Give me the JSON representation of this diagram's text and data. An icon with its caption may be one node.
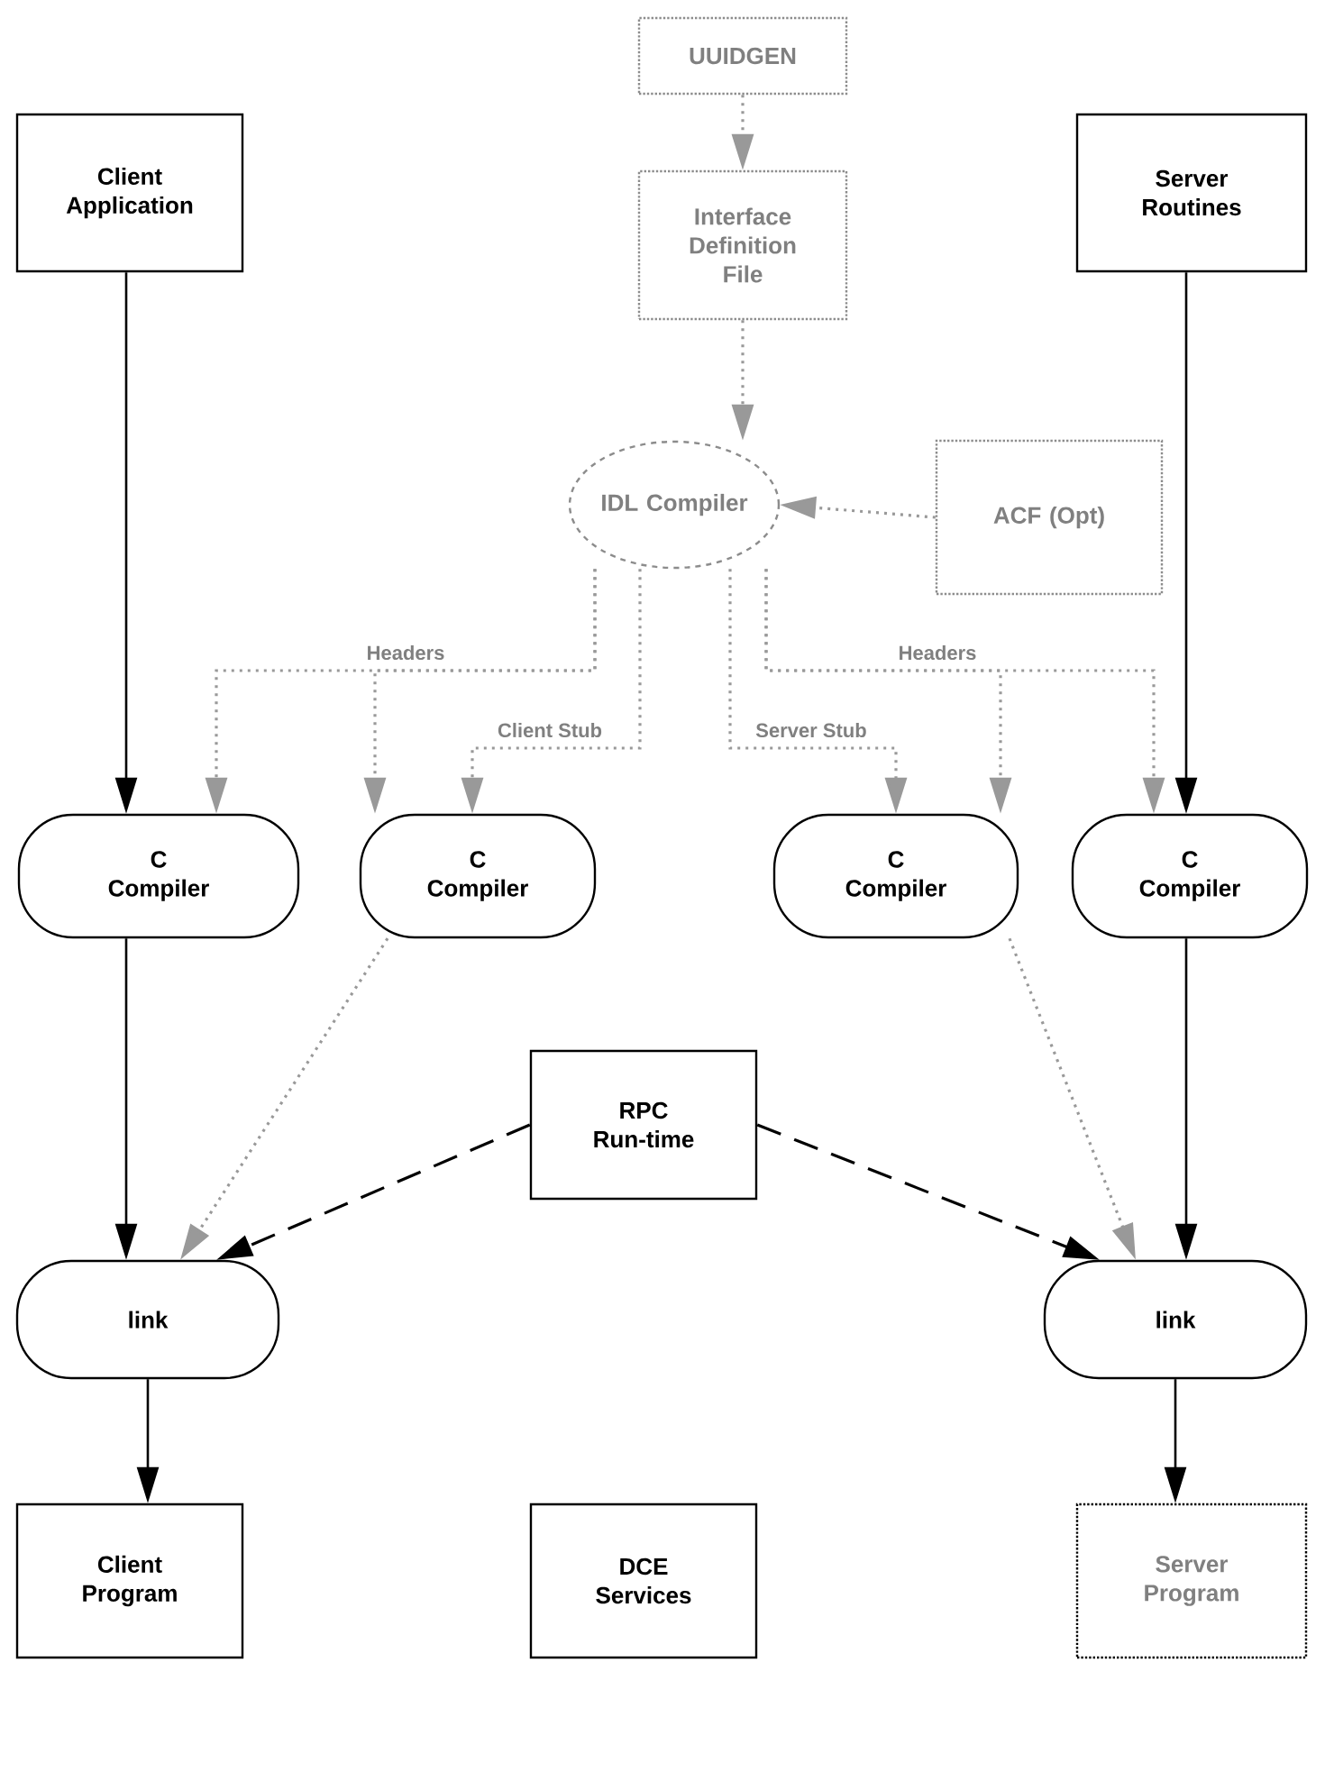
{
  "diagram": {
    "nodes": [
      {
        "text": [
          "UUIDGEN"
        ]
      },
      {
        "text": [
          "Client Application"
        ]
      },
      {
        "text": [
          "Interface Definition File"
        ]
      },
      {
        "text": [
          "Server Routines"
        ]
      },
      {
        "text": [
          "IDL Compiler"
        ]
      },
      {
        "text": [
          "ACF (Opt)"
        ]
      },
      {
        "text": [
          "C Compiler"
        ]
      },
      {
        "text": [
          "C Compiler"
        ]
      },
      {
        "text": [
          "C Compiler"
        ]
      },
      {
        "text": [
          "C Compiler"
        ]
      },
      {
        "text": [
          "RPC Run-time"
        ]
      },
      {
        "text": [
          "link"
        ]
      },
      {
        "text": [
          "link"
        ]
      },
      {
        "text": [
          "Client Program"
        ]
      },
      {
        "text": [
          "DCE Services"
        ]
      },
      {
        "text": [
          "Server Program"
        ]
      }
    ],
    "edges": [
      {
        "from": 0,
        "to": 2,
        "arrow": "to",
        "style": "dashed",
        "color": "#999999"
      },
      {
        "from": 2,
        "to": 4,
        "arrow": "to",
        "style": "dashed",
        "color": "#999999"
      },
      {
        "from": 5,
        "to": 4,
        "arrow": "to",
        "style": "dashed",
        "color": "#999999"
      },
      {
        "from": 1,
        "to": 6,
        "arrow": "to",
        "color": "#000000"
      },
      {
        "from": 4,
        "to": 6,
        "arrow": "to",
        "style": "dashed",
        "color": "#999999",
        "label": "Headers"
      },
      {
        "from": 4,
        "to": 7,
        "arrow": "to",
        "style": "dashed",
        "color": "#999999"
      },
      {
        "from": 4,
        "to": 7,
        "arrow": "to",
        "style": "dashed",
        "color": "#999999",
        "label": "Client Stub"
      },
      {
        "from": 4,
        "to": 8,
        "arrow": "to",
        "style": "dashed",
        "color": "#999999",
        "label": "Server Stub"
      },
      {
        "from": 4,
        "to": 8,
        "arrow": "to",
        "style": "dashed",
        "color": "#999999"
      },
      {
        "from": 4,
        "to": 9,
        "arrow": "to",
        "style": "dashed",
        "color": "#999999",
        "label": "Headers"
      },
      {
        "from": 3,
        "to": 9,
        "arrow": "to",
        "color": "#000000"
      },
      {
        "from": 6,
        "to": 11,
        "arrow": "to",
        "color": "#000000"
      },
      {
        "from": 7,
        "to": 11,
        "arrow": "to",
        "style": "dashed",
        "color": "#999999"
      },
      {
        "from": 10,
        "to": 11,
        "arrow": "to",
        "style": "dashed",
        "color": "#000000"
      },
      {
        "from": 10,
        "to": 12,
        "arrow": "to",
        "style": "dashed",
        "color": "#000000"
      },
      {
        "from": 8,
        "to": 12,
        "arrow": "to",
        "style": "dashed",
        "color": "#999999"
      },
      {
        "from": 9,
        "to": 12,
        "arrow": "to",
        "color": "#000000"
      },
      {
        "from": 11,
        "to": 13,
        "arrow": "to",
        "color": "#000000"
      },
      {
        "from": 12,
        "to": 15,
        "arrow": "to",
        "color": "#000000"
      }
    ]
  }
}
